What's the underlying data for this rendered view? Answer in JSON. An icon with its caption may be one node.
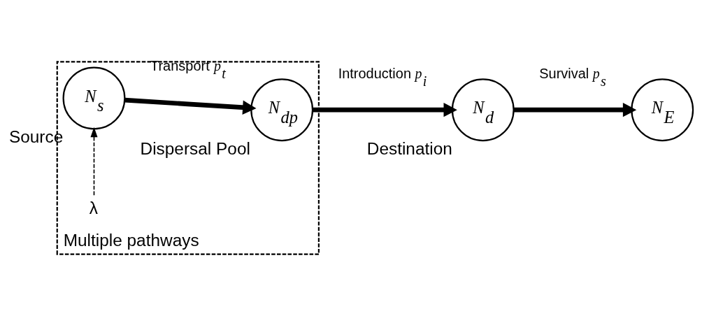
{
  "diagram": {
    "nodes": [
      {
        "text": [
          "Multiple pathways"
        ]
      },
      {
        "text": [
          "λ"
        ],
        "in": 0
      },
      {
        "text": [
          "*N*$_{s}$"
        ],
        "in": 0,
        "beside": [
          "Source"
        ]
      },
      {
        "text": [
          "*N*$_{dp}$"
        ],
        "in": 0,
        "beside": [
          "Dispersal Pool"
        ]
      },
      {
        "text": [
          "*N*$_{d}$"
        ],
        "beside": [
          "Destination"
        ]
      },
      {
        "text": [
          "*N*$_{E}$"
        ]
      }
    ],
    "edges": [
      {
        "from": 1,
        "to": 2,
        "arrow": "to",
        "style": "dashed"
      },
      {
        "from": 2,
        "to": 3,
        "arrow": "to",
        "label": "Transport *p*$_{t}$"
      },
      {
        "from": 3,
        "to": 4,
        "arrow": "to",
        "label": "Introduction *p*$_{i}$"
      },
      {
        "from": 4,
        "to": 5,
        "arrow": "to",
        "label": "Survival *p*$_{s}$"
      }
    ]
  }
}
